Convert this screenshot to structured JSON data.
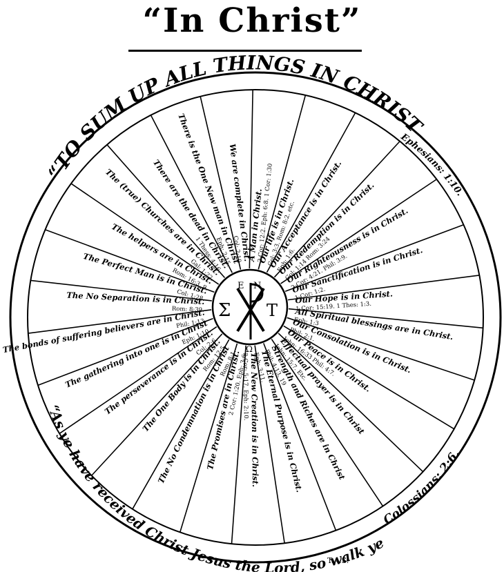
{
  "title": "“In Christ”",
  "outer_arc": {
    "top": "“TO SUM UP ALL THINGS IN CHRIST”",
    "top_ref": "Ephesians: 1:10.",
    "bottom": "“As ye have received Christ Jesus the Lord, so walk ye in Him:”",
    "bottom_ref": "Colossians: 2:6."
  },
  "hub": {
    "top_left": "E",
    "top_right": "N",
    "left": "Σ",
    "right": "T",
    "bottom": "Ω"
  },
  "spokes": [
    {
      "text": "A Man in Christ.",
      "ref": "2 Cor: 12:2. Eph: 6:8. 1 Cor: 1:30"
    },
    {
      "text": "Our life is in Christ.",
      "ref": "Col: 3:3. Rom: 8:2. etc."
    },
    {
      "text": "Our Acceptance is in Christ.",
      "ref": "Eph: 1:6."
    },
    {
      "text": "Our Redemption is in Christ.",
      "ref": "Col: 1:14 Rom: 3:24"
    },
    {
      "text": "Our Righteousness is in Christ.",
      "ref": "2 Cor: 4:21. Phil: 3:9."
    },
    {
      "text": "Our Sanctification is in Christ.",
      "ref": "1 Cor: 1:2."
    },
    {
      "text": "Our Hope is in Christ.",
      "ref": "1 Cor: 15:19. 1 Thes: 1:3."
    },
    {
      "text": "All Spiritual blessings are in Christ.",
      "ref": "Eph: 1:3"
    },
    {
      "text": "Our Consolation is in Christ.",
      "ref": "Phil: 2:1."
    },
    {
      "text": "Our Peace is in Christ.",
      "ref": "John: 16:33 Phil: 4:7."
    },
    {
      "text": "Effectual prayer is in Christ",
      "ref": "John: 15:7. Etc."
    },
    {
      "text": "Strength and Riches are in Christ",
      "ref": "Phil: 4:13, 19"
    },
    {
      "text": "The Eternal Purpose is in Christ.",
      "ref": "Eph: 3:11."
    },
    {
      "text": "The New Creation is in Christ.",
      "ref": "2 Cor: 5:17. Eph: 2:10."
    },
    {
      "text": "The Promises are in Christ.",
      "ref": "2 Cor: 1:20. Eph: 3:6."
    },
    {
      "text": "The No Condemnation is in Christ",
      "ref": "Rom: 8:1."
    },
    {
      "text": "The One Body is in Christ.",
      "ref": "Rom: 12:5."
    },
    {
      "text": "The perseverance is in Christ.",
      "ref": "Col: 2:6."
    },
    {
      "text": "The gathering into one is in Christ",
      "ref": "Eph: 1:10."
    },
    {
      "text": "The bonds of suffering believers are in Christ.",
      "ref": "Phil: 1:13."
    },
    {
      "text": "The No Separation is in Christ.",
      "ref": "Rom: 8:39."
    },
    {
      "text": "The Perfect Man is in Christ.",
      "ref": "Col: 1:28."
    },
    {
      "text": "The helpers are in Christ.",
      "ref": "Rom: 16:3, 9."
    },
    {
      "text": "The (true) Churches are in Christ.",
      "ref": "Gal: 1:22."
    },
    {
      "text": "There are the dead in Christ.",
      "ref": "1 Thess: 4:16."
    },
    {
      "text": "There is the One New man in Christ",
      "ref": "Eph: 2:15."
    },
    {
      "text": "We are complete in Christ.",
      "ref": "Col: 2:10"
    }
  ],
  "signature": "T.A.S."
}
